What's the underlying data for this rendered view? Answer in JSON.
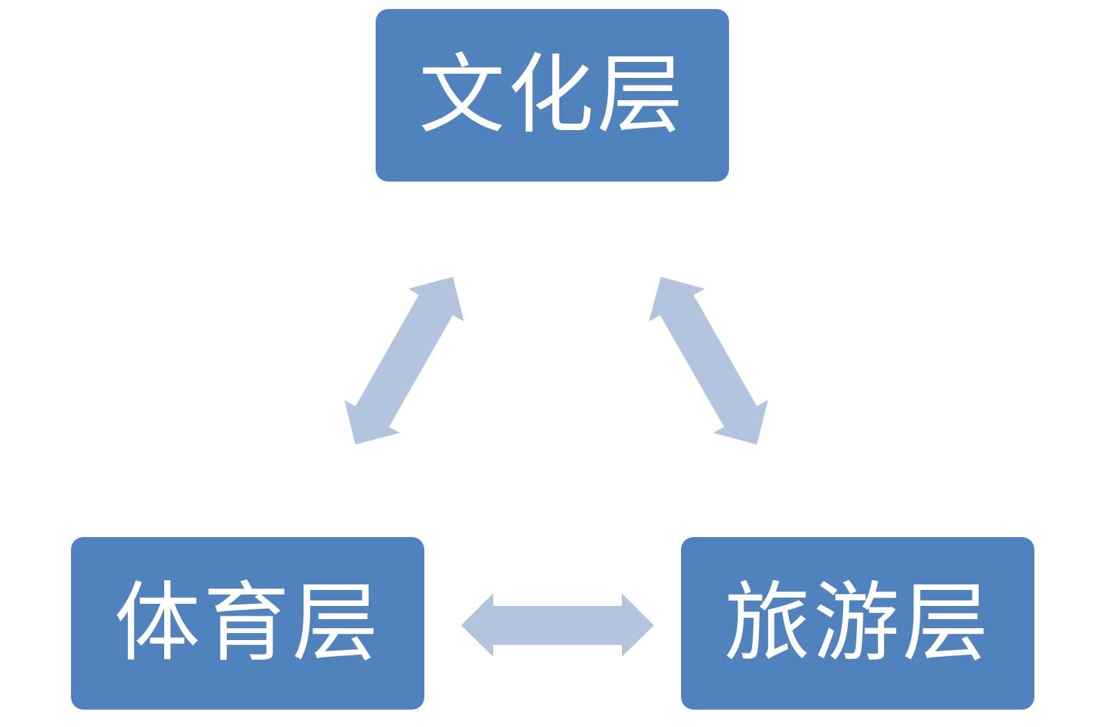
{
  "nodes": {
    "top": {
      "label": "文化层"
    },
    "bottom_left": {
      "label": "体育层"
    },
    "bottom_right": {
      "label": "旅游层"
    }
  },
  "edges": [
    {
      "from": "top",
      "to": "bottom_left",
      "direction": "bidirectional"
    },
    {
      "from": "top",
      "to": "bottom_right",
      "direction": "bidirectional"
    },
    {
      "from": "bottom_left",
      "to": "bottom_right",
      "direction": "bidirectional"
    }
  ],
  "colors": {
    "node_fill": "#5082be",
    "node_text": "#ffffff",
    "arrow_fill": "#b3c4de"
  }
}
